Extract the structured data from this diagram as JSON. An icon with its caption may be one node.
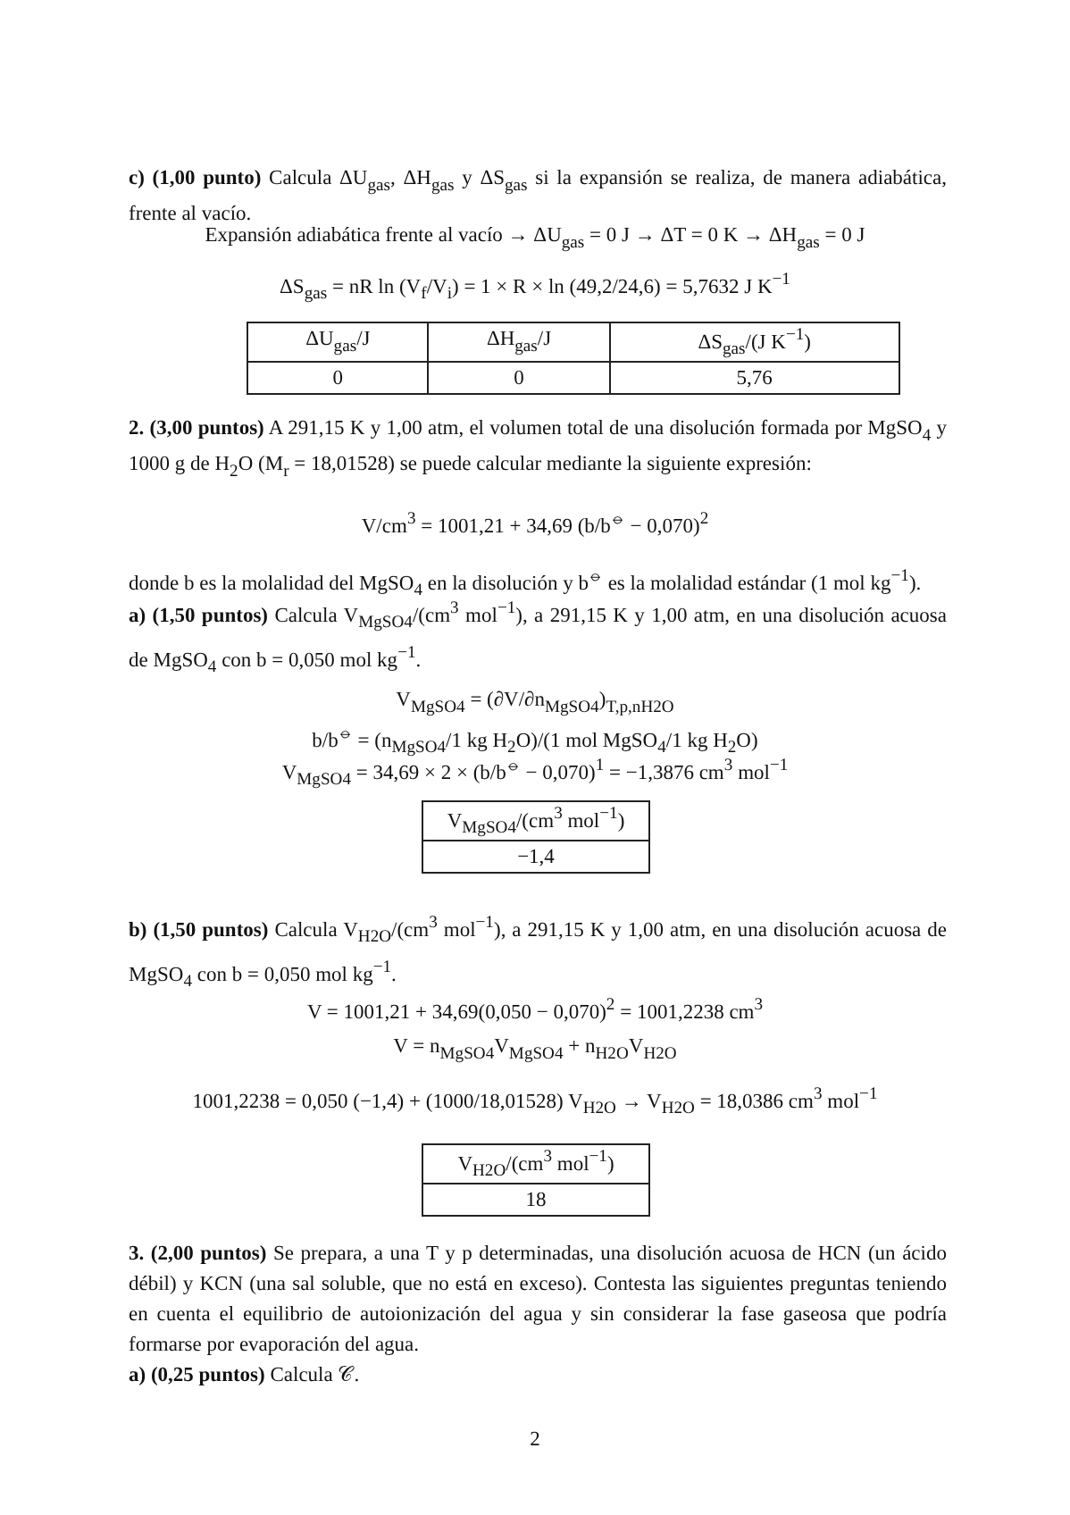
{
  "diagram": {
    "labels": [
      "**c) (1,00 punto)** Calcula ΔU$_{gas}$, ΔH$_{gas}$ y ΔS$_{gas}$ si la expansión se realiza, de manera adiabática, frente al vacío.",
      "Expansión adiabática frente al vacío → ΔU$_{gas}$ = 0 J → ΔT = 0 K → ΔH$_{gas}$ = 0 J",
      "ΔS$_{gas}$ = nR ln (V$_{f}$/V$_{i}$) = 1 × R × ln (49,2/24,6) = 5,7632 J K$^{−1}$",
      "ΔU$_{gas}$/J",
      "ΔH$_{gas}$/J",
      "ΔS$_{gas}$/(J K$^{−1}$)",
      "0",
      "0",
      "5,76",
      "**2. (3,00 puntos)** A 291,15 K y 1,00 atm, el volumen total de una disolución formada por MgSO$_{4}$ y 1000 g de H$_{2}$O (M$_{r}$ = 18,01528) se puede calcular mediante la siguiente expresión:",
      "V/cm$^{3}$ = 1001,21 + 34,69 (b/b$^{⦵}$ − 0,070)$^{2}$",
      "donde b es la molalidad del MgSO$_{4}$ en la disolución y b$^{⦵}$ es la molalidad estándar (1 mol kg$^{−1}$).",
      "**a) (1,50 puntos)** Calcula V$_{MgSO4}$/(cm$^{3}$ mol$^{−1}$), a 291,15 K y 1,00 atm, en una disolución acuosa de MgSO$_{4}$ con b = 0,050 mol kg$^{−1}$.",
      "V$_{MgSO4}$ = (∂V/∂n$_{MgSO4}$)$_{T,p,nH2O}$",
      "b/b$^{⦵}$ = (n$_{MgSO4}$/1 kg H$_{2}$O)/(1 mol MgSO$_{4}$/1 kg H$_{2}$O)",
      "V$_{MgSO4}$ = 34,69 × 2 × (b/b$^{⦵}$ − 0,070)$^{1}$ = −1,3876 cm$^{3}$ mol$^{−1}$",
      "V$_{MgSO4}$/(cm$^{3}$ mol$^{−1}$)",
      "−1,4",
      "**b) (1,50 puntos)** Calcula V$_{H2O}$/(cm$^{3}$ mol$^{−1}$), a 291,15 K y 1,00 atm, en una disolución acuosa de MgSO$_{4}$ con b = 0,050 mol kg$^{−1}$.",
      "V = 1001,21 + 34,69(0,050 − 0,070)$^{2}$ = 1001,2238 cm$^{3}$",
      "V = n$_{MgSO4}$V$_{MgSO4}$ + n$_{H2O}$V$_{H2O}$",
      "1001,2238 = 0,050 (−1,4) + (1000/18,01528) V$_{H2O}$ → V$_{H2O}$ = 18,0386 cm$^{3}$ mol$^{−1}$",
      "V$_{H2O}$/(cm$^{3}$ mol$^{−1}$)",
      "18",
      "**3. (2,00 puntos)** Se prepara, a una T y p determinadas, una disolución acuosa de HCN (un ácido débil) y KCN (una sal soluble, que no está en exceso). Contesta las siguientes preguntas teniendo en cuenta el equilibrio de autoionización del agua y sin considerar la fase gaseosa que podría formarse por evaporación del agua.",
      "**a) (0,25 puntos)** Calcula 𝒞.",
      "2"
    ]
  }
}
